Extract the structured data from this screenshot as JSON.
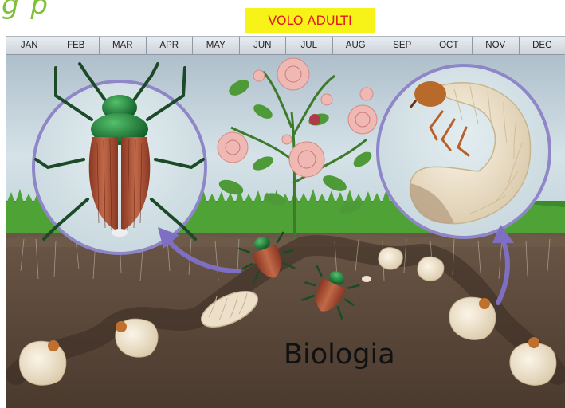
{
  "title_fragment": "g p",
  "flight_label": "VOLO ADULTI",
  "months": [
    "JAN",
    "FEB",
    "MAR",
    "APR",
    "MAY",
    "JUN",
    "JUL",
    "AUG",
    "SEP",
    "OCT",
    "NOV",
    "DEC"
  ],
  "caption": "Biologia",
  "colors": {
    "flight_label_bg": "#f7f218",
    "flight_label_text": "#e0181e",
    "soil": "#5b4a3c",
    "grass": "#3d8a2a",
    "sky": "#bfd3de",
    "beetle_shell": "#1f7a3a",
    "beetle_wings": "#a4492e",
    "grub": "#efe4cf",
    "arrow": "#7f6fc2"
  },
  "icons": [
    "adult-beetle-magnified-icon",
    "grub-magnified-icon",
    "rose-plant-icon",
    "beetle-icon",
    "grub-icon",
    "pupa-icon",
    "arrow-icon"
  ]
}
